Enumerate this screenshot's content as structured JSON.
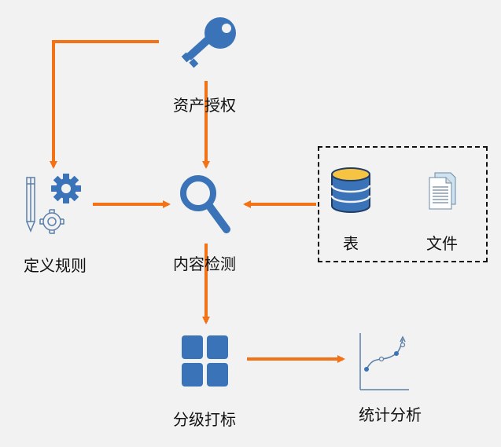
{
  "nodes": {
    "asset_auth": "资产授权",
    "define_rules": "定义规则",
    "content_detect": "内容检测",
    "table": "表",
    "file": "文件",
    "grade_tag": "分级打标",
    "stats": "统计分析"
  },
  "colors": {
    "arrow": "#f47216",
    "icon_blue": "#3b73b9",
    "db_yellow": "#f6c343",
    "background": "#f2f2f2"
  }
}
